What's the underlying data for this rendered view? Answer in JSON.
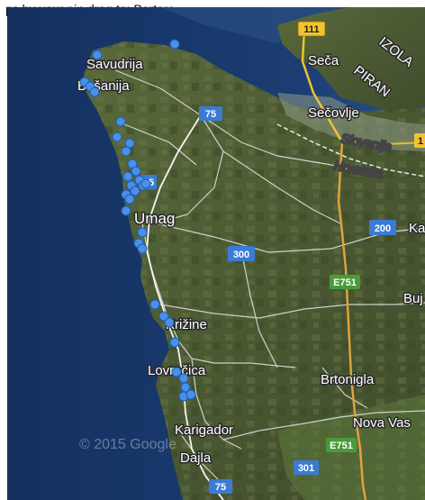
{
  "header_text": "ps by your pin drag to: Portoro",
  "places": {
    "savudrija": "Savudrija",
    "bašanija": "Bašanija",
    "umag": "Umag",
    "krizine": "Križine",
    "lovrecica": "Lovrečica",
    "karigador": "Karigador",
    "dajla": "Dajla",
    "seca": "Seča",
    "piran": "PIRAN",
    "izola": "IZOLA",
    "secovlje": "Sečovlje",
    "slovenija": "Slovenija",
    "hrvatska": "Hrvatska",
    "brtonigla": "Brtonigla",
    "nova_vas": "Nova Vas",
    "buj": "Buj",
    "ka": "Ka"
  },
  "road_shields": {
    "r111": "111",
    "r75_top": "75",
    "r75_mid": "5",
    "r300": "300",
    "r200": "200",
    "e751_a": "E751",
    "e751_b": "E751",
    "r301": "301",
    "r75_bottom": "75",
    "r1": "1"
  },
  "watermark": "© 2015 Google",
  "colors": {
    "sea": "#1c3d73",
    "land": "#4d5a34",
    "pin": "#4a8fe8",
    "shield_blue": "#3b7bd4",
    "shield_green": "#4a9a3a",
    "shield_yellow": "#f2c230"
  }
}
